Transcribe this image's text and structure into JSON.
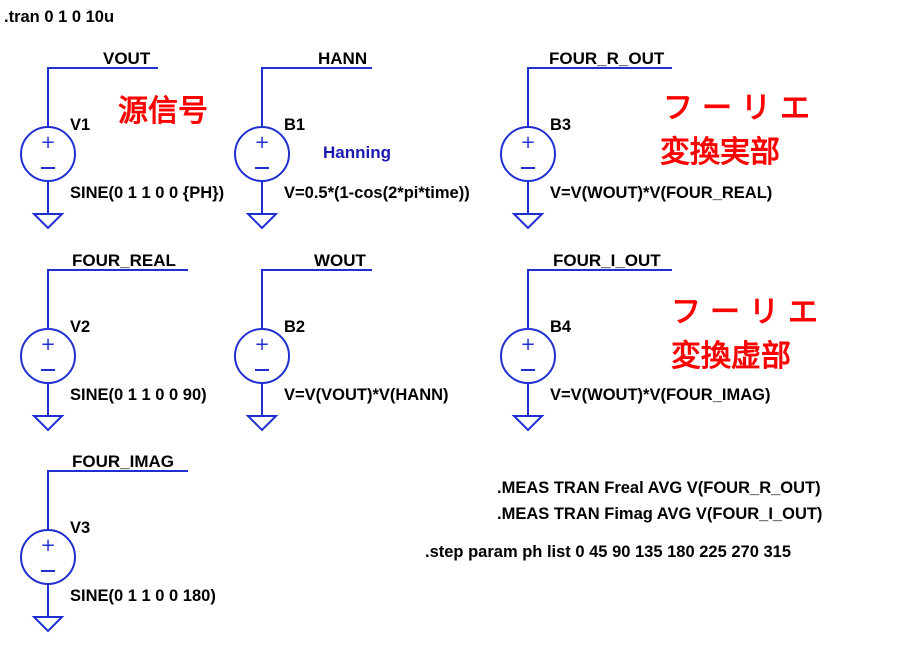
{
  "directives": {
    "tran": ".tran 0 1 0 10u",
    "meas1": ".MEAS TRAN Freal AVG V(FOUR_R_OUT)",
    "meas2": ".MEAS TRAN Fimag AVG V(FOUR_I_OUT)",
    "step": ".step param ph list 0 45 90 135 180 225 270 315"
  },
  "sources": {
    "v1": {
      "name": "V1",
      "net": "VOUT",
      "value": "SINE(0 1 1 0 0 {PH})"
    },
    "b1": {
      "name": "B1",
      "net": "HANN",
      "value": "V=0.5*(1-cos(2*pi*time))"
    },
    "b3": {
      "name": "B3",
      "net": "FOUR_R_OUT",
      "value": "V=V(WOUT)*V(FOUR_REAL)"
    },
    "v2": {
      "name": "V2",
      "net": "FOUR_REAL",
      "value": "SINE(0 1 1 0 0 90)"
    },
    "b2": {
      "name": "B2",
      "net": "WOUT",
      "value": "V=V(VOUT)*V(HANN)"
    },
    "b4": {
      "name": "B4",
      "net": "FOUR_I_OUT",
      "value": "V=V(WOUT)*V(FOUR_IMAG)"
    },
    "v3": {
      "name": "V3",
      "net": "FOUR_IMAG",
      "value": "SINE(0 1 1 0 0 180)"
    }
  },
  "annotations": {
    "source_signal": "源信号",
    "hanning": "Hanning",
    "fourier_real_1": "フーリエ",
    "fourier_real_2": "変換実部",
    "fourier_imag_1": "フーリエ",
    "fourier_imag_2": "変換虚部"
  },
  "colors": {
    "wire": "#1f2fd0",
    "annotation_red": "#ff0000",
    "annotation_blue": "#1a1ab0",
    "text": "#000000"
  }
}
